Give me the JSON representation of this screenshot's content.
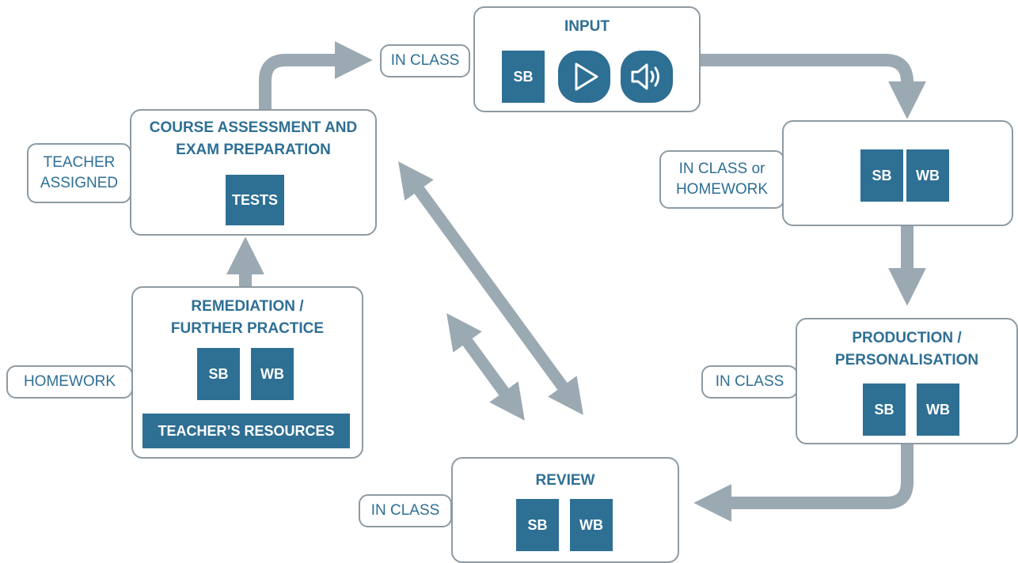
{
  "nodes": {
    "input": {
      "title": "INPUT",
      "tiles": [
        "SB"
      ],
      "icons": [
        "video-play-icon",
        "audio-speaker-icon"
      ]
    },
    "practice": {
      "title": "",
      "tiles": [
        "SB",
        "WB"
      ]
    },
    "production": {
      "title": "PRODUCTION /\nPERSONALISATION",
      "tiles": [
        "SB",
        "WB"
      ]
    },
    "review": {
      "title": "REVIEW",
      "tiles": [
        "SB",
        "WB"
      ]
    },
    "remediation": {
      "title": "REMEDIATION /\nFURTHER PRACTICE",
      "tiles": [
        "SB",
        "WB"
      ],
      "resources": "TEACHER’S RESOURCES"
    },
    "assessment": {
      "title": "COURSE ASSESSMENT AND\nEXAM PREPARATION",
      "tiles": [
        "TESTS"
      ]
    }
  },
  "labels": {
    "input": "IN CLASS",
    "practice": "IN CLASS or\nHOMEWORK",
    "production": "IN CLASS",
    "review": "IN CLASS",
    "remediation": "HOMEWORK",
    "assessment": "TEACHER\nASSIGNED"
  },
  "colors": {
    "tile": "#2e6f94",
    "border": "#8e9aa3",
    "arrow": "#9ba9b2",
    "text": "#2e6f94"
  }
}
